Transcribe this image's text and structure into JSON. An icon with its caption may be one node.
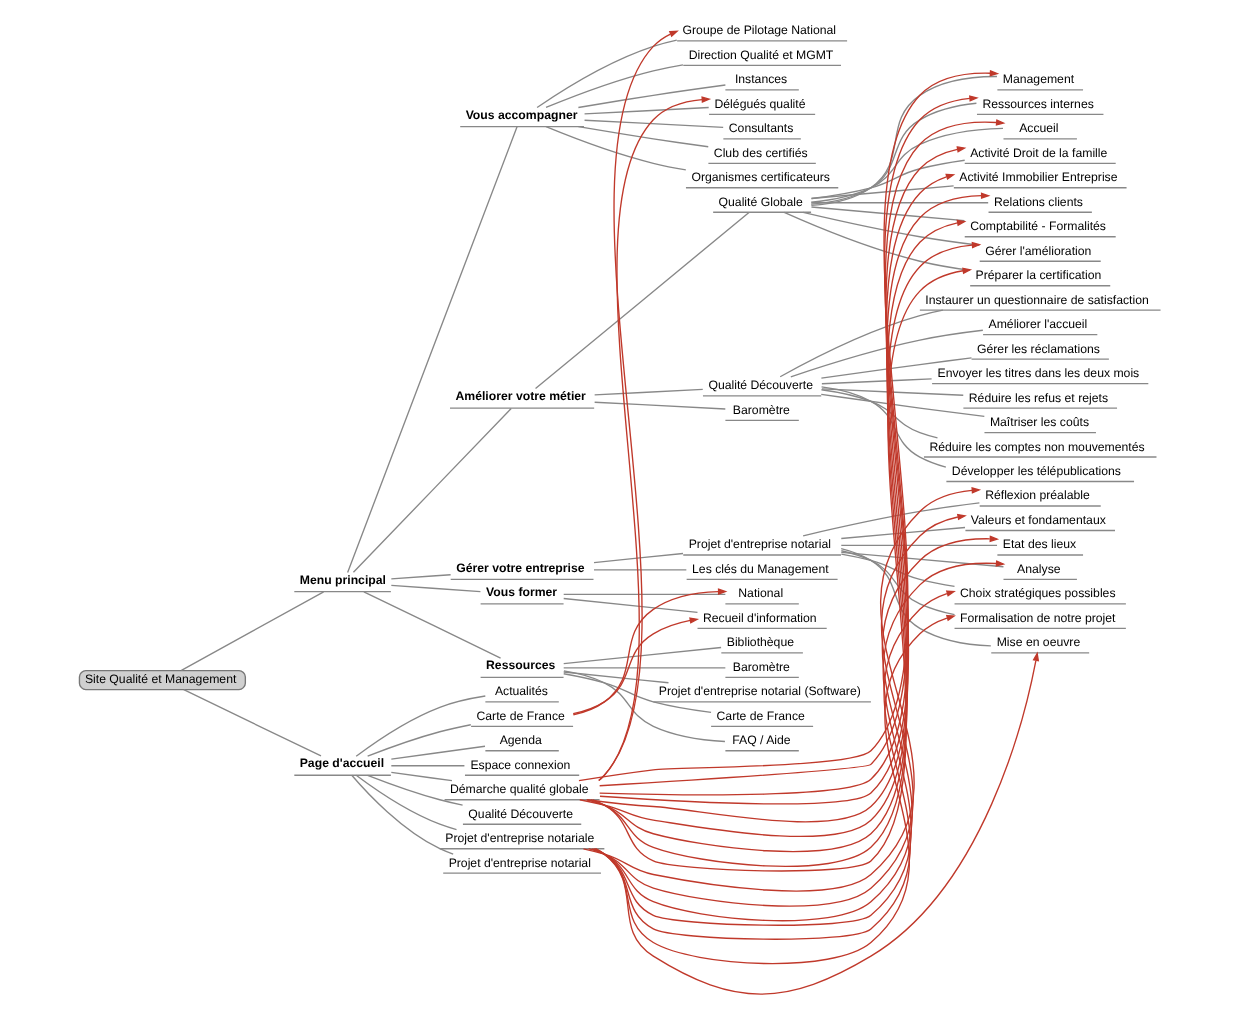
{
  "diagram": {
    "nodes": [
      {
        "text": [
          "Site Qualité et Management"
        ]
      },
      {
        "text": [
          "Menu principal"
        ]
      },
      {
        "text": [
          "Vous accompagner"
        ]
      },
      {
        "text": [
          "Groupe de Pilotage National"
        ]
      },
      {
        "text": [
          "Direction Qualité et MGMT"
        ]
      },
      {
        "text": [
          "Instances"
        ]
      },
      {
        "text": [
          "Délégués qualité"
        ]
      },
      {
        "text": [
          "Consultants"
        ]
      },
      {
        "text": [
          "Club des certifiés"
        ]
      },
      {
        "text": [
          "Organismes certificateurs"
        ]
      },
      {
        "text": [
          "Améliorer votre métier"
        ]
      },
      {
        "text": [
          "Qualité Globale"
        ]
      },
      {
        "text": [
          "Management"
        ]
      },
      {
        "text": [
          "Ressources internes"
        ]
      },
      {
        "text": [
          "Accueil"
        ]
      },
      {
        "text": [
          "Activité Droit de la famille"
        ]
      },
      {
        "text": [
          "Activité Immobilier Entreprise"
        ]
      },
      {
        "text": [
          "Relations clients"
        ]
      },
      {
        "text": [
          "Comptabilité - Formalités"
        ]
      },
      {
        "text": [
          "Gérer l'amélioration"
        ]
      },
      {
        "text": [
          "Préparer la certification"
        ]
      },
      {
        "text": [
          "Qualité Découverte"
        ]
      },
      {
        "text": [
          "Instaurer un questionnaire de satisfaction"
        ]
      },
      {
        "text": [
          "Améliorer l'accueil"
        ]
      },
      {
        "text": [
          "Gérer les réclamations"
        ]
      },
      {
        "text": [
          "Envoyer les titres dans les deux mois"
        ]
      },
      {
        "text": [
          "Réduire les refus et rejets"
        ]
      },
      {
        "text": [
          "Maîtriser les coûts"
        ]
      },
      {
        "text": [
          "Réduire les comptes non mouvementés"
        ]
      },
      {
        "text": [
          "Développer les télépublications"
        ]
      },
      {
        "text": [
          "Baromètre"
        ]
      },
      {
        "text": [
          "Gérer votre entreprise"
        ]
      },
      {
        "text": [
          "Projet d'entreprise notarial"
        ]
      },
      {
        "text": [
          "Réflexion préalable"
        ]
      },
      {
        "text": [
          "Valeurs et fondamentaux"
        ]
      },
      {
        "text": [
          "Etat des lieux"
        ]
      },
      {
        "text": [
          "Analyse"
        ]
      },
      {
        "text": [
          "Choix stratégiques possibles"
        ]
      },
      {
        "text": [
          "Formalisation de notre projet"
        ]
      },
      {
        "text": [
          "Mise en oeuvre"
        ]
      },
      {
        "text": [
          "Les clés du Management"
        ]
      },
      {
        "text": [
          "Vous former"
        ]
      },
      {
        "text": [
          "National"
        ]
      },
      {
        "text": [
          "Recueil d'information"
        ]
      },
      {
        "text": [
          "Ressources"
        ]
      },
      {
        "text": [
          "Bibliothèque"
        ]
      },
      {
        "text": [
          "Baromètre"
        ]
      },
      {
        "text": [
          "Projet d'entreprise notarial (Software)"
        ]
      },
      {
        "text": [
          "Carte de France"
        ]
      },
      {
        "text": [
          "FAQ / Aide"
        ]
      },
      {
        "text": [
          "Page d'accueil"
        ]
      },
      {
        "text": [
          "Actualités"
        ]
      },
      {
        "text": [
          "Carte de France"
        ]
      },
      {
        "text": [
          "Agenda"
        ]
      },
      {
        "text": [
          "Espace connexion"
        ]
      },
      {
        "text": [
          "Démarche qualité globale"
        ]
      },
      {
        "text": [
          "Qualité Découverte"
        ]
      },
      {
        "text": [
          "Projet d'entreprise notariale"
        ]
      },
      {
        "text": [
          "Projet d'entreprise notarial"
        ]
      }
    ],
    "edges": [
      {
        "from": 0,
        "to": 1,
        "arrow": "none"
      },
      {
        "from": 1,
        "to": 2,
        "arrow": "none"
      },
      {
        "from": 2,
        "to": 3,
        "arrow": "none"
      },
      {
        "from": 2,
        "to": 4,
        "arrow": "none"
      },
      {
        "from": 2,
        "to": 5,
        "arrow": "none"
      },
      {
        "from": 2,
        "to": 6,
        "arrow": "none"
      },
      {
        "from": 2,
        "to": 7,
        "arrow": "none"
      },
      {
        "from": 2,
        "to": 8,
        "arrow": "none"
      },
      {
        "from": 2,
        "to": 9,
        "arrow": "none"
      },
      {
        "from": 1,
        "to": 10,
        "arrow": "none"
      },
      {
        "from": 10,
        "to": 11,
        "arrow": "none"
      },
      {
        "from": 11,
        "to": 12,
        "arrow": "none"
      },
      {
        "from": 11,
        "to": 13,
        "arrow": "none"
      },
      {
        "from": 11,
        "to": 14,
        "arrow": "none"
      },
      {
        "from": 11,
        "to": 15,
        "arrow": "none"
      },
      {
        "from": 11,
        "to": 16,
        "arrow": "none"
      },
      {
        "from": 11,
        "to": 17,
        "arrow": "none"
      },
      {
        "from": 11,
        "to": 18,
        "arrow": "none"
      },
      {
        "from": 11,
        "to": 19,
        "arrow": "none"
      },
      {
        "from": 11,
        "to": 20,
        "arrow": "none"
      },
      {
        "from": 10,
        "to": 21,
        "arrow": "none"
      },
      {
        "from": 21,
        "to": 22,
        "arrow": "none"
      },
      {
        "from": 21,
        "to": 23,
        "arrow": "none"
      },
      {
        "from": 21,
        "to": 24,
        "arrow": "none"
      },
      {
        "from": 21,
        "to": 25,
        "arrow": "none"
      },
      {
        "from": 21,
        "to": 26,
        "arrow": "none"
      },
      {
        "from": 21,
        "to": 27,
        "arrow": "none"
      },
      {
        "from": 21,
        "to": 28,
        "arrow": "none"
      },
      {
        "from": 21,
        "to": 29,
        "arrow": "none"
      },
      {
        "from": 10,
        "to": 30,
        "arrow": "none"
      },
      {
        "from": 1,
        "to": 31,
        "arrow": "none"
      },
      {
        "from": 31,
        "to": 32,
        "arrow": "none"
      },
      {
        "from": 32,
        "to": 33,
        "arrow": "none"
      },
      {
        "from": 32,
        "to": 34,
        "arrow": "none"
      },
      {
        "from": 32,
        "to": 35,
        "arrow": "none"
      },
      {
        "from": 32,
        "to": 36,
        "arrow": "none"
      },
      {
        "from": 32,
        "to": 37,
        "arrow": "none"
      },
      {
        "from": 32,
        "to": 38,
        "arrow": "none"
      },
      {
        "from": 32,
        "to": 39,
        "arrow": "none"
      },
      {
        "from": 31,
        "to": 40,
        "arrow": "none"
      },
      {
        "from": 1,
        "to": 41,
        "arrow": "none"
      },
      {
        "from": 41,
        "to": 42,
        "arrow": "none"
      },
      {
        "from": 41,
        "to": 43,
        "arrow": "none"
      },
      {
        "from": 1,
        "to": 44,
        "arrow": "none"
      },
      {
        "from": 44,
        "to": 45,
        "arrow": "none"
      },
      {
        "from": 44,
        "to": 46,
        "arrow": "none"
      },
      {
        "from": 44,
        "to": 47,
        "arrow": "none"
      },
      {
        "from": 44,
        "to": 48,
        "arrow": "none"
      },
      {
        "from": 44,
        "to": 49,
        "arrow": "none"
      },
      {
        "from": 0,
        "to": 50,
        "arrow": "none"
      },
      {
        "from": 50,
        "to": 51,
        "arrow": "none"
      },
      {
        "from": 50,
        "to": 52,
        "arrow": "none"
      },
      {
        "from": 50,
        "to": 53,
        "arrow": "none"
      },
      {
        "from": 50,
        "to": 54,
        "arrow": "none"
      },
      {
        "from": 50,
        "to": 55,
        "arrow": "none"
      },
      {
        "from": 50,
        "to": 56,
        "arrow": "none"
      },
      {
        "from": 50,
        "to": 57,
        "arrow": "none"
      },
      {
        "from": 50,
        "to": 58,
        "arrow": "none"
      },
      {
        "from": 55,
        "to": 3,
        "arrow": "to",
        "color": "#c0392b"
      },
      {
        "from": 55,
        "to": 6,
        "arrow": "to",
        "color": "#c0392b"
      },
      {
        "from": 55,
        "to": 12,
        "arrow": "to",
        "color": "#c0392b"
      },
      {
        "from": 55,
        "to": 13,
        "arrow": "to",
        "color": "#c0392b"
      },
      {
        "from": 55,
        "to": 14,
        "arrow": "to",
        "color": "#c0392b"
      },
      {
        "from": 55,
        "to": 15,
        "arrow": "to",
        "color": "#c0392b"
      },
      {
        "from": 55,
        "to": 16,
        "arrow": "to",
        "color": "#c0392b"
      },
      {
        "from": 55,
        "to": 17,
        "arrow": "to",
        "color": "#c0392b"
      },
      {
        "from": 55,
        "to": 18,
        "arrow": "to",
        "color": "#c0392b"
      },
      {
        "from": 55,
        "to": 19,
        "arrow": "to",
        "color": "#c0392b"
      },
      {
        "from": 55,
        "to": 20,
        "arrow": "to",
        "color": "#c0392b"
      },
      {
        "from": 52,
        "to": 42,
        "arrow": "to",
        "color": "#c0392b"
      },
      {
        "from": 52,
        "to": 43,
        "arrow": "to",
        "color": "#c0392b"
      },
      {
        "from": 57,
        "to": 33,
        "arrow": "to",
        "color": "#c0392b"
      },
      {
        "from": 57,
        "to": 34,
        "arrow": "to",
        "color": "#c0392b"
      },
      {
        "from": 57,
        "to": 35,
        "arrow": "to",
        "color": "#c0392b"
      },
      {
        "from": 57,
        "to": 36,
        "arrow": "to",
        "color": "#c0392b"
      },
      {
        "from": 57,
        "to": 37,
        "arrow": "to",
        "color": "#c0392b"
      },
      {
        "from": 57,
        "to": 38,
        "arrow": "to",
        "color": "#c0392b"
      },
      {
        "from": 57,
        "to": 39,
        "arrow": "to",
        "color": "#c0392b"
      }
    ]
  }
}
